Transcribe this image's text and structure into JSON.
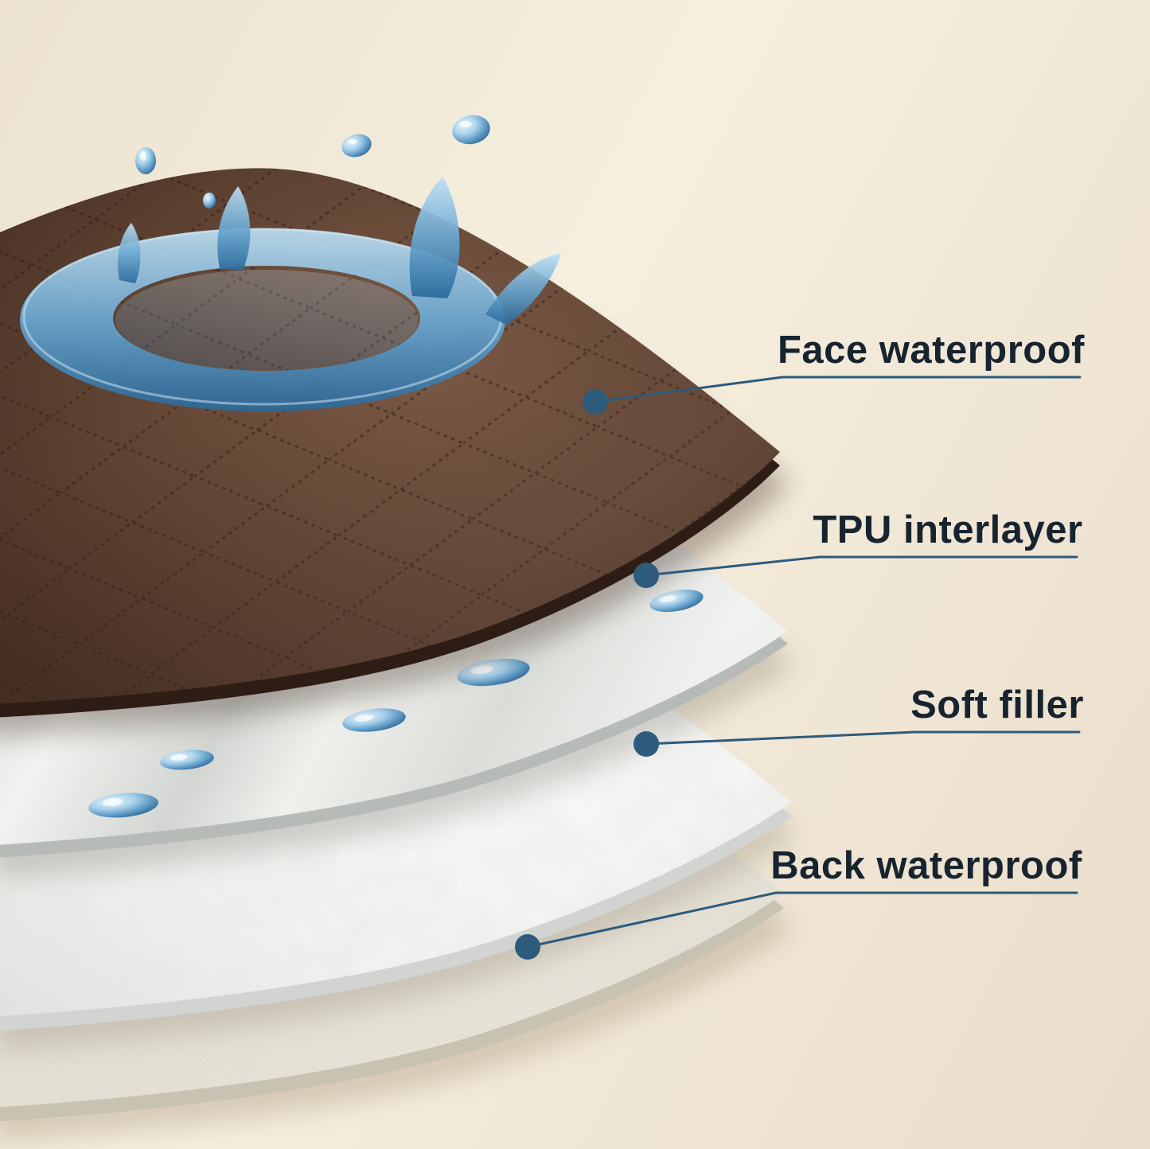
{
  "diagram": {
    "type": "product-layer-diagram",
    "subject": "waterproof quilted pad layer structure",
    "layers": [
      {
        "label": "Face waterproof",
        "name": "face-waterproof"
      },
      {
        "label": "TPU interlayer",
        "name": "tpu-interlayer"
      },
      {
        "label": "Soft filler",
        "name": "soft-filler"
      },
      {
        "label": "Back waterproof",
        "name": "back-waterproof"
      }
    ],
    "colors": {
      "accent_line": "#2d5b7c",
      "label_text": "#17242f",
      "fabric_brown": "#5d4434",
      "water_blue": "#4a8cba",
      "background_light": "#f6efdf",
      "background_dark": "#eadcca"
    }
  }
}
